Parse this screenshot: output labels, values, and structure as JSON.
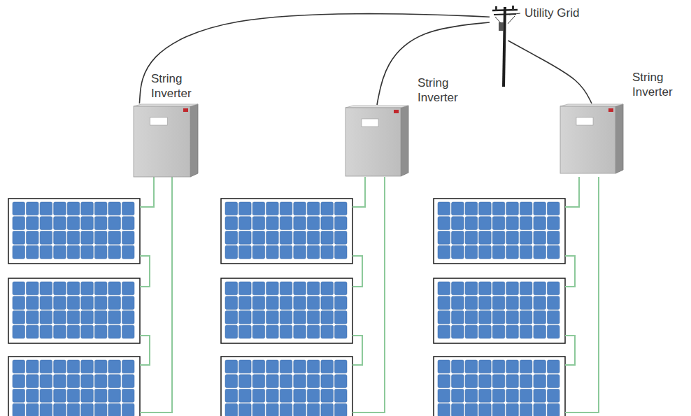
{
  "diagram": {
    "nodes": [
      {
        "text": [
          "Utility Grid"
        ]
      },
      {
        "text": [
          "String Inverter"
        ]
      },
      {
        "text": [
          "String Inverter"
        ]
      },
      {
        "text": [
          "String Inverter"
        ]
      }
    ],
    "edges": [
      {
        "from": 1,
        "to": 0,
        "arrow": "none"
      },
      {
        "from": 2,
        "to": 0,
        "arrow": "none"
      },
      {
        "from": 3,
        "to": 0,
        "arrow": "none"
      }
    ]
  }
}
